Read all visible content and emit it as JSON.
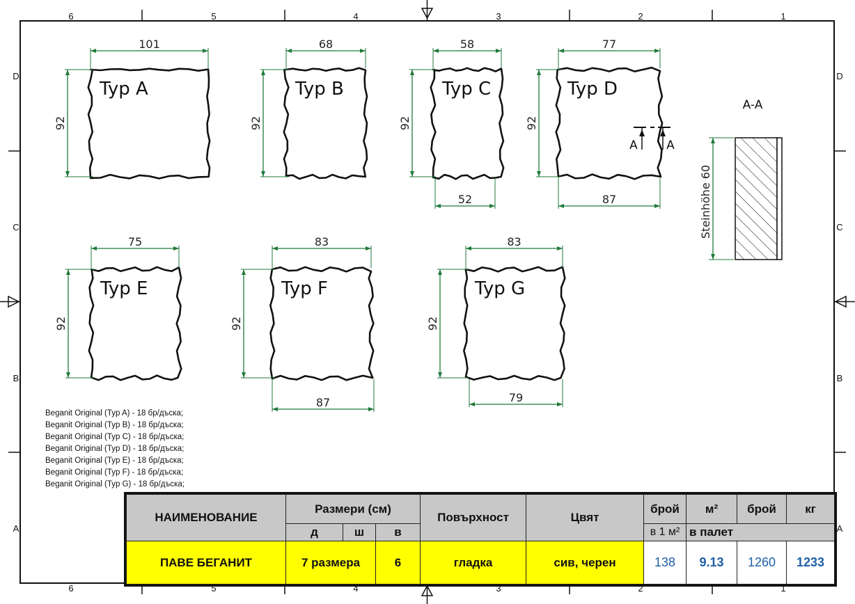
{
  "frame": {
    "col_labels": [
      "6",
      "5",
      "4",
      "3",
      "2",
      "1"
    ],
    "row_labels": [
      "D",
      "C",
      "B",
      "A"
    ]
  },
  "stones": [
    {
      "label": "Typ A",
      "top": "101",
      "height": "92",
      "bottom": ""
    },
    {
      "label": "Typ B",
      "top": "68",
      "height": "92",
      "bottom": ""
    },
    {
      "label": "Typ C",
      "top": "58",
      "height": "92",
      "bottom": "52"
    },
    {
      "label": "Typ D",
      "top": "77",
      "height": "92",
      "bottom": "87"
    },
    {
      "label": "Typ E",
      "top": "75",
      "height": "92",
      "bottom": ""
    },
    {
      "label": "Typ F",
      "top": "83",
      "height": "92",
      "bottom": "87"
    },
    {
      "label": "Typ G",
      "top": "83",
      "height": "92",
      "bottom": "79"
    }
  ],
  "section": {
    "title": "A-A",
    "mark": "A",
    "height_label": "Steinhöhe 60"
  },
  "notes": [
    "Beganit Original (Typ A) - 18 бр/дъска;",
    "Beganit Original (Typ B) - 18 бр/дъска;",
    "Beganit Original (Typ C) - 18 бр/дъска;",
    "Beganit Original (Typ D) - 18 бр/дъска;",
    "Beganit Original (Typ E) - 18 бр/дъска;",
    "Beganit Original (Typ F) - 18 бр/дъска;",
    "Beganit Original (Typ G) - 18 бр/дъска;"
  ],
  "table": {
    "headers": {
      "name": "НАИМЕНОВАНИЕ",
      "sizes": "Размери (см)",
      "d": "д",
      "w": "ш",
      "h": "в",
      "surface": "Повърхност",
      "color": "Цвят",
      "count": "брой",
      "per_m2": "в 1 м²",
      "m2": "м²",
      "count2": "брой",
      "kg": "кг",
      "per_pallet": "в палет"
    },
    "row": {
      "name": "ПАВЕ БЕГАНИТ",
      "sizes": "7 размера",
      "h": "6",
      "surface": "гладка",
      "color": "сив, черен",
      "per_m2": "138",
      "m2": "9.13",
      "count": "1260",
      "kg": "1233"
    }
  },
  "colors": {
    "dimension": "#1f7a3a",
    "header_bg": "#c8c8c8",
    "highlight_bg": "#ffff00",
    "value_text": "#1f5fa8"
  }
}
